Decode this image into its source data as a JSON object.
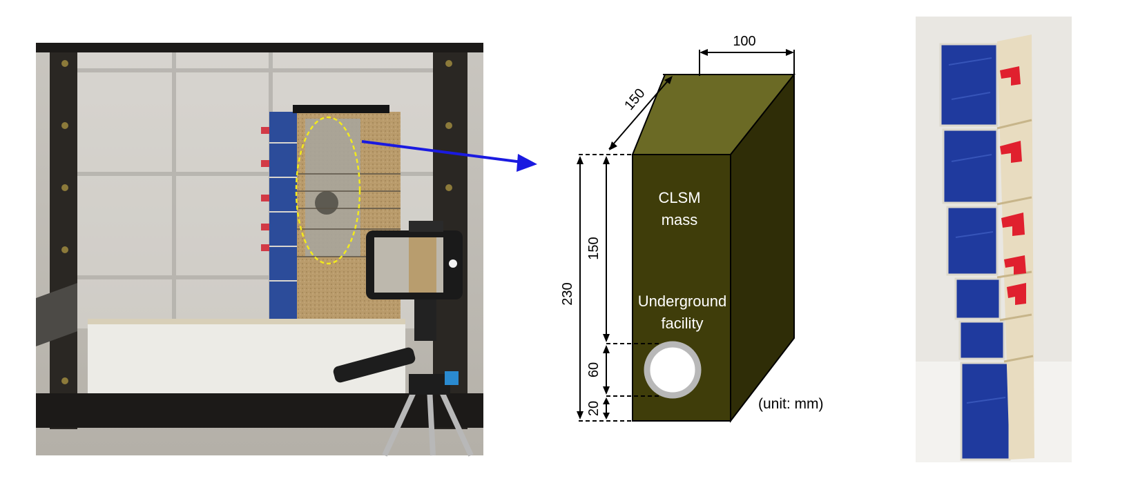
{
  "photo_left": {
    "callout_color": "#f2ea1d",
    "arrow_color": "#1a1ae0"
  },
  "diagram": {
    "fill_color": "#3f3d0a",
    "top_color": "#6b6a25",
    "side_color": "#2f2d07",
    "dimensions": {
      "width": "100",
      "depth": "150",
      "height_total": "230",
      "height_top": "150",
      "height_facility": "60",
      "height_bottom": "20"
    },
    "labels": {
      "mass_line1": "CLSM",
      "mass_line2": "mass",
      "facility_line1": "Underground",
      "facility_line2": "facility",
      "unit": "(unit: mm)"
    }
  },
  "photo_right": {
    "block_color": "#1f3a9e",
    "marker_color": "#e0202e"
  }
}
